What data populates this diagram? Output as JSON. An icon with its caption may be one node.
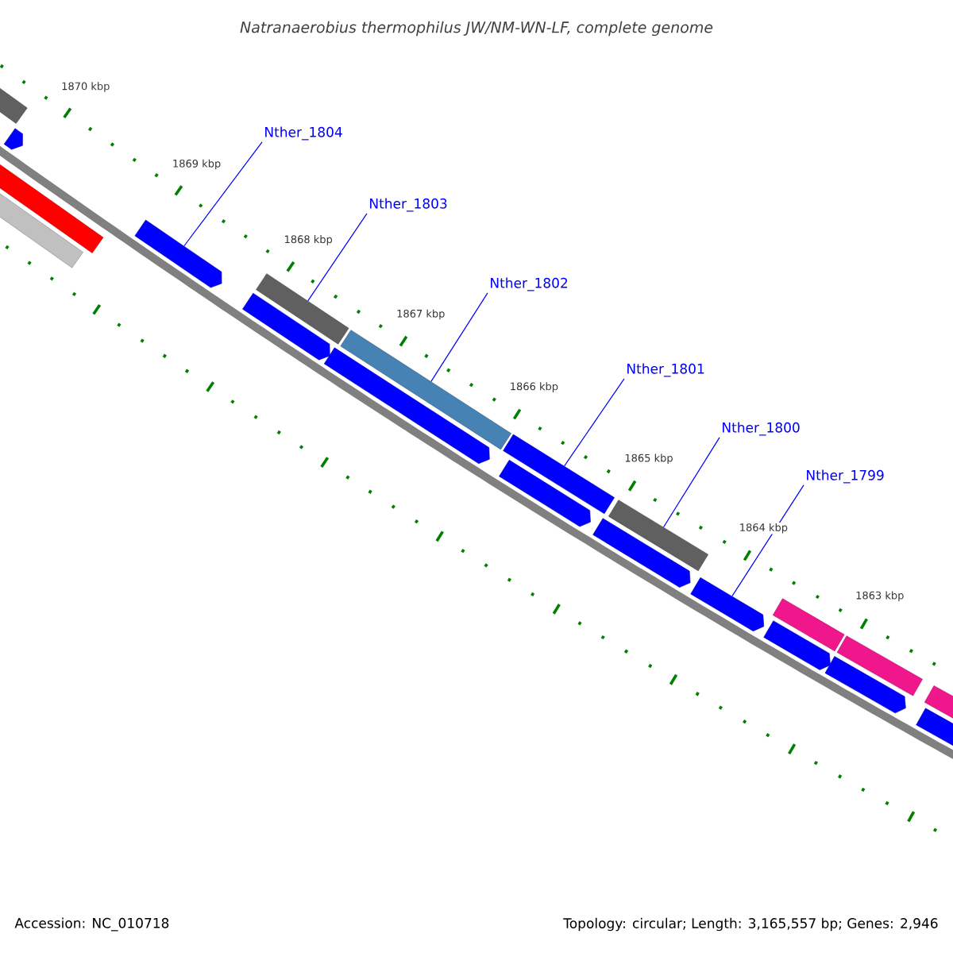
{
  "diagram": {
    "title": "Natranaerobius thermophilus JW/NM-WN-LF, complete genome",
    "nodes": [
      {
        "text": [
          "Nther_1804"
        ]
      },
      {
        "text": [
          "Nther_1803"
        ]
      },
      {
        "text": [
          "Nther_1802"
        ]
      },
      {
        "text": [
          "Nther_1801"
        ]
      },
      {
        "text": [
          "Nther_1800"
        ]
      },
      {
        "text": [
          "Nther_1799"
        ]
      },
      {
        "text": [],
        "shape": "arrow"
      },
      {
        "text": [],
        "shape": "bar"
      },
      {
        "text": [],
        "shape": "bar"
      },
      {
        "text": [],
        "shape": "bar"
      },
      {
        "text": [],
        "shape": "arrow"
      },
      {
        "text": [],
        "shape": "arrow"
      },
      {
        "text": [],
        "shape": "bar"
      },
      {
        "text": [],
        "shape": "arrow"
      },
      {
        "text": [],
        "shape": "bar"
      },
      {
        "text": [],
        "shape": "arrow"
      },
      {
        "text": [],
        "shape": "bar"
      },
      {
        "text": [],
        "shape": "arrow"
      },
      {
        "text": [],
        "shape": "bar"
      },
      {
        "text": [],
        "shape": "arrow"
      },
      {
        "text": [],
        "shape": "arrow"
      },
      {
        "text": [],
        "shape": "bar"
      },
      {
        "text": [],
        "shape": "arrow"
      },
      {
        "text": [],
        "shape": "bar"
      },
      {
        "text": [],
        "shape": "arrow"
      },
      {
        "text": [],
        "shape": "bar"
      }
    ],
    "edges": [
      {
        "from": 0,
        "to": 10,
        "arrow": "none"
      },
      {
        "from": 1,
        "to": 12,
        "arrow": "none"
      },
      {
        "from": 2,
        "to": 14,
        "arrow": "none"
      },
      {
        "from": 3,
        "to": 16,
        "arrow": "none"
      },
      {
        "from": 4,
        "to": 18,
        "arrow": "none"
      },
      {
        "from": 5,
        "to": 19,
        "arrow": "none"
      }
    ],
    "labels": [
      "1870 kbp",
      "1869 kbp",
      "1868 kbp",
      "1867 kbp",
      "1866 kbp",
      "1865 kbp",
      "1864 kbp",
      "1863 kbp",
      "Accession: NC_010718",
      "Topology: circular; Length: 3,165,557 bp; Genes: 2,946"
    ]
  }
}
